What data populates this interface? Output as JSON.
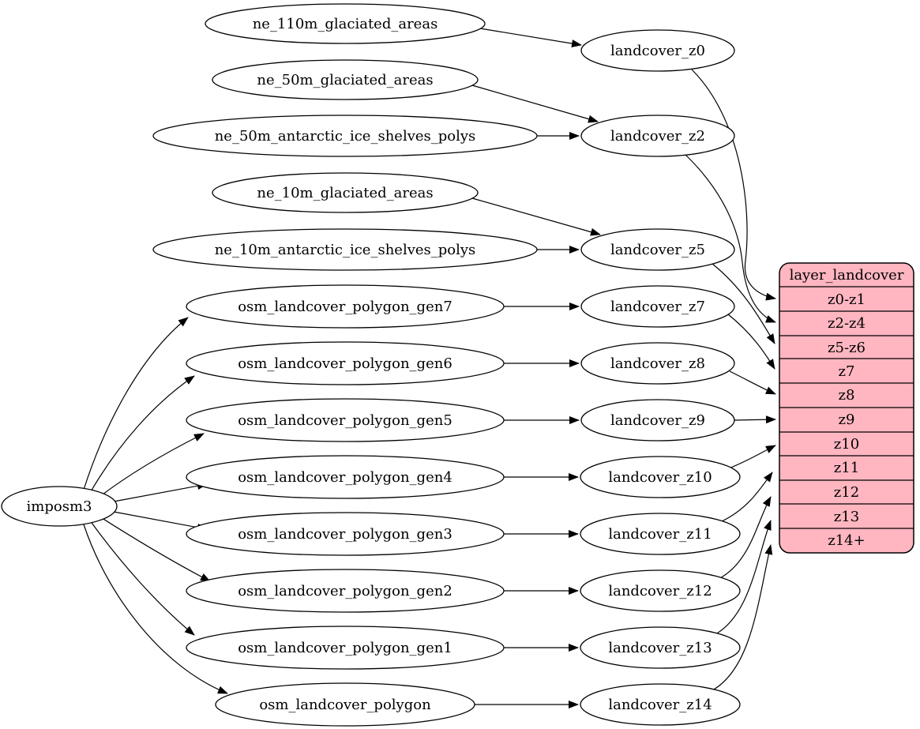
{
  "diagram_type": "directed-graph",
  "colors": {
    "table_fill": "#ffb6c1",
    "node_fill": "#ffffff",
    "stroke": "#000000"
  },
  "nodes": {
    "imposm3": "imposm3",
    "ne110": "ne_110m_glaciated_areas",
    "ne50g": "ne_50m_glaciated_areas",
    "ne50a": "ne_50m_antarctic_ice_shelves_polys",
    "ne10g": "ne_10m_glaciated_areas",
    "ne10a": "ne_10m_antarctic_ice_shelves_polys",
    "gen7": "osm_landcover_polygon_gen7",
    "gen6": "osm_landcover_polygon_gen6",
    "gen5": "osm_landcover_polygon_gen5",
    "gen4": "osm_landcover_polygon_gen4",
    "gen3": "osm_landcover_polygon_gen3",
    "gen2": "osm_landcover_polygon_gen2",
    "gen1": "osm_landcover_polygon_gen1",
    "osm": "osm_landcover_polygon",
    "z0": "landcover_z0",
    "z2": "landcover_z2",
    "z5": "landcover_z5",
    "z7": "landcover_z7",
    "z8": "landcover_z8",
    "z9": "landcover_z9",
    "z10": "landcover_z10",
    "z11": "landcover_z11",
    "z12": "landcover_z12",
    "z13": "landcover_z13",
    "z14": "landcover_z14"
  },
  "table": {
    "title": "layer_landcover",
    "rows": [
      "z0-z1",
      "z2-z4",
      "z5-z6",
      "z7",
      "z8",
      "z9",
      "z10",
      "z11",
      "z12",
      "z13",
      "z14+"
    ]
  },
  "edges": [
    [
      "imposm3",
      "osm_landcover_polygon_gen7"
    ],
    [
      "imposm3",
      "osm_landcover_polygon_gen6"
    ],
    [
      "imposm3",
      "osm_landcover_polygon_gen5"
    ],
    [
      "imposm3",
      "osm_landcover_polygon_gen4"
    ],
    [
      "imposm3",
      "osm_landcover_polygon_gen3"
    ],
    [
      "imposm3",
      "osm_landcover_polygon_gen2"
    ],
    [
      "imposm3",
      "osm_landcover_polygon_gen1"
    ],
    [
      "imposm3",
      "osm_landcover_polygon"
    ],
    [
      "ne_110m_glaciated_areas",
      "landcover_z0"
    ],
    [
      "ne_50m_glaciated_areas",
      "landcover_z2"
    ],
    [
      "ne_50m_antarctic_ice_shelves_polys",
      "landcover_z2"
    ],
    [
      "ne_10m_glaciated_areas",
      "landcover_z5"
    ],
    [
      "ne_10m_antarctic_ice_shelves_polys",
      "landcover_z5"
    ],
    [
      "osm_landcover_polygon_gen7",
      "landcover_z7"
    ],
    [
      "osm_landcover_polygon_gen6",
      "landcover_z8"
    ],
    [
      "osm_landcover_polygon_gen5",
      "landcover_z9"
    ],
    [
      "osm_landcover_polygon_gen4",
      "landcover_z10"
    ],
    [
      "osm_landcover_polygon_gen3",
      "landcover_z11"
    ],
    [
      "osm_landcover_polygon_gen2",
      "landcover_z12"
    ],
    [
      "osm_landcover_polygon_gen1",
      "landcover_z13"
    ],
    [
      "osm_landcover_polygon",
      "landcover_z14"
    ],
    [
      "landcover_z0",
      "layer_landcover:z0-z1"
    ],
    [
      "landcover_z2",
      "layer_landcover:z2-z4"
    ],
    [
      "landcover_z5",
      "layer_landcover:z5-z6"
    ],
    [
      "landcover_z7",
      "layer_landcover:z7"
    ],
    [
      "landcover_z8",
      "layer_landcover:z8"
    ],
    [
      "landcover_z9",
      "layer_landcover:z9"
    ],
    [
      "landcover_z10",
      "layer_landcover:z10"
    ],
    [
      "landcover_z11",
      "layer_landcover:z11"
    ],
    [
      "landcover_z12",
      "layer_landcover:z12"
    ],
    [
      "landcover_z13",
      "layer_landcover:z13"
    ],
    [
      "landcover_z14",
      "layer_landcover:z14+"
    ]
  ]
}
